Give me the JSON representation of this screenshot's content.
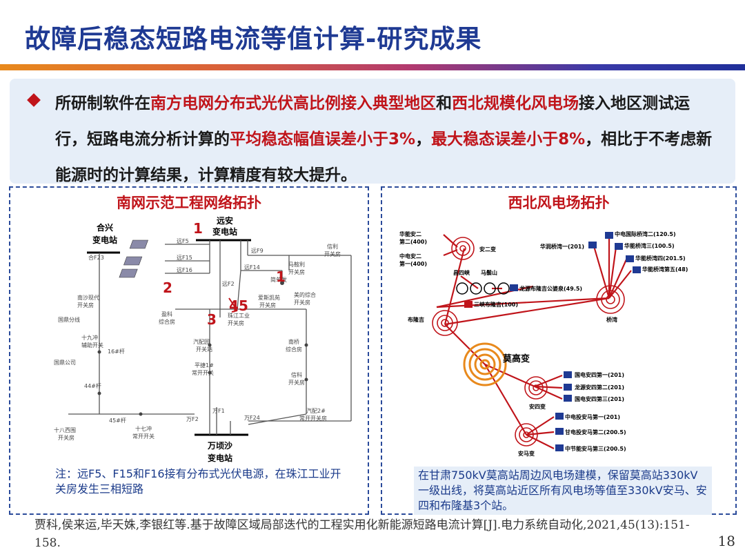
{
  "slide": {
    "title": "故障后稳态短路电流等值计算-研究成果",
    "page_number": "18",
    "bullet": {
      "p1": "所研制软件在",
      "p2": "南方电网分布式光伏高比例接入典型地区",
      "p3": "和",
      "p4": "西北规模化风电场",
      "p5": "接入地区测试运行，短路电流分析计算的",
      "p6": "平均稳态幅值误差小于3%",
      "p7": "，",
      "p8": "最大稳态误差小于8%",
      "p9": "，相比于不考虑新能源时的计算结果，计算精度有较大提升。"
    },
    "reference": "贾科,侯来运,毕天姝,李银红等.基于故障区域局部迭代的工程实用化新能源短路电流计算[J].电力系统自动化,2021,45(13):151-158."
  },
  "left_panel": {
    "title": "南网示范工程网络拓扑",
    "note": "注：远F5、F15和F16接有分布式光伏电源，在珠江工业开关房发生三相短路",
    "markers": [
      "1",
      "2",
      "3",
      "4",
      "5",
      "1"
    ],
    "labels": {
      "hexing": "合兴",
      "hexing2": "变电站",
      "yuanan": "远安",
      "yuanan2": "变电站",
      "wanqingsha": "万顷沙",
      "wanqingsha2": "变电站",
      "hef23": "合F23",
      "yuanf5": "远F5",
      "yuanf15": "远F15",
      "yuanf16": "远F16",
      "yuanf9": "远F9",
      "yuanf14": "远F14",
      "yuanf2": "远F2",
      "nansha": "南沙现代",
      "nansha2": "开关房",
      "guoding": "国鼎分线",
      "shijiuchong": "十九冲",
      "shijiuchong2": "辅助开关",
      "liuhao": "16#杆",
      "guoding_co": "国鼎公司",
      "sihao": "44#杆",
      "shibaxiwei": "十八西围",
      "shibaxiwei2": "开关房",
      "shiqichong": "十七冲",
      "shiqichong2": "常开开关",
      "wuwu": "45#杆",
      "wanf2": "万F2",
      "wanf1": "万F1",
      "wanf24": "万F24",
      "xinli": "信利",
      "xinli2": "开关房",
      "mazhaoli": "马鞍利",
      "mazhaoli2": "开关房",
      "qiaojian": "简单发",
      "aisi": "爱斯凯苑",
      "aisi2": "开关房",
      "meidi": "美的综合",
      "meidi2": "开关房",
      "yingchuang": "盈科",
      "yingchuang2": "综合房",
      "zhujiang": "珠江工业",
      "zhujiang2": "开关房",
      "qichelu": "汽配园",
      "qichelu2": "开关站",
      "pingsheng": "平捷1#",
      "pingsheng2": "常开开关",
      "nanqiao": "南桥",
      "nanqiao2": "综合房",
      "xinke": "信科",
      "xinke2": "开关房",
      "qipei2": "汽配2#",
      "qipei22": "常开开关房"
    }
  },
  "right_panel": {
    "title": "西北风电场拓扑",
    "note": "在甘肃750kV莫高站周边风电场建模，保留莫高站330kV一级出线，将莫高站近区所有风电场等值至330kV安马、安四和布隆基3个站。",
    "labels": {
      "hnan2": "华能安二",
      "hnan2b": "第二(400)",
      "zdan2": "中电安二",
      "zdan2b": "第一(400)",
      "aner": "安二变",
      "changsi": "昌四峡",
      "mamashan": "马鬃山",
      "longyuan": "龙源布隆吉公婆泉(49.5)",
      "sanxia": "三峡布隆吉(100)",
      "bulongji": "布隆吉",
      "mogao": "莫高变",
      "qiaowan_sub": "桥湾",
      "hqw1": "华润桥湾一(201)",
      "zdgj": "中电国际桥湾二(120.5)",
      "hnqw3": "华能桥湾三(100.5)",
      "hnqw4": "华能桥湾四(201.5)",
      "hnqw5": "华能桥湾第五(48)",
      "ansi": "安四变",
      "gdas1": "国电安四第一(201)",
      "lyas2": "龙源安四第二(201)",
      "gdas3": "国电安四第三(201)",
      "anma": "安马变",
      "zdam1": "中电投安马第一(201)",
      "gdam2": "甘电投安马第二(200.5)",
      "zjam3": "中节能安马第三(200.5)"
    }
  },
  "colors": {
    "title": "#1f3a93",
    "accent_red": "#c0141a",
    "panel_border": "#2a4a9a",
    "orange_bus": "#e8891c"
  }
}
